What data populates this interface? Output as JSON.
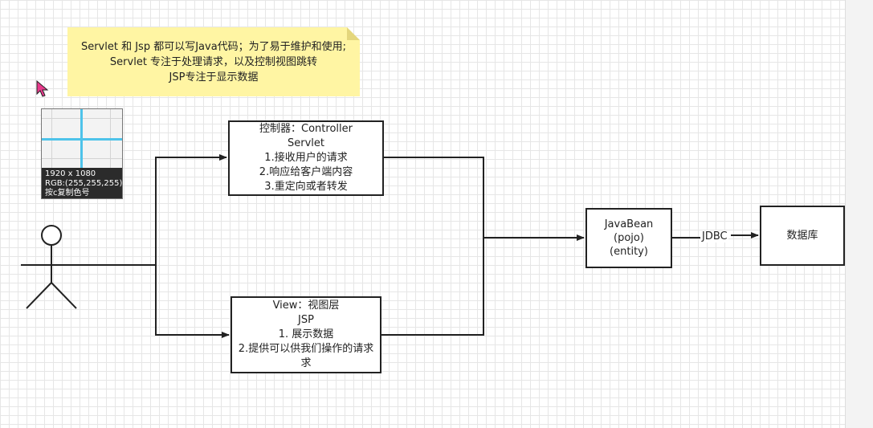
{
  "note": {
    "lines": [
      "Servlet 和 Jsp  都可以写Java代码；为了易于维护和使用;",
      "Servlet 专注于处理请求，以及控制视图跳转",
      "JSP专注于显示数据"
    ],
    "fill_color": "#fff5a3"
  },
  "controller": {
    "lines": [
      "控制器：Controller",
      "Servlet",
      "1.接收用户的请求",
      "2.响应给客户端内容",
      "3.重定向或者转发"
    ]
  },
  "view": {
    "lines": [
      "View：视图层",
      "JSP",
      "1. 展示数据",
      "2.提供可以供我们操作的请求",
      "求"
    ]
  },
  "javabean": {
    "lines": [
      "JavaBean",
      "(pojo)",
      "(entity)"
    ]
  },
  "database": {
    "label": "数据库"
  },
  "connector": {
    "jdbc_label": "JDBC"
  },
  "color_picker": {
    "resolution": "1920 x 1080",
    "rgb": "RGB:(255,255,255)",
    "hint": "按c复制色号",
    "crosshair_color": "#4ec3ea"
  },
  "icons": {
    "actor": "stick-figure-user-icon",
    "cursor": "mouse-pointer-icon"
  }
}
